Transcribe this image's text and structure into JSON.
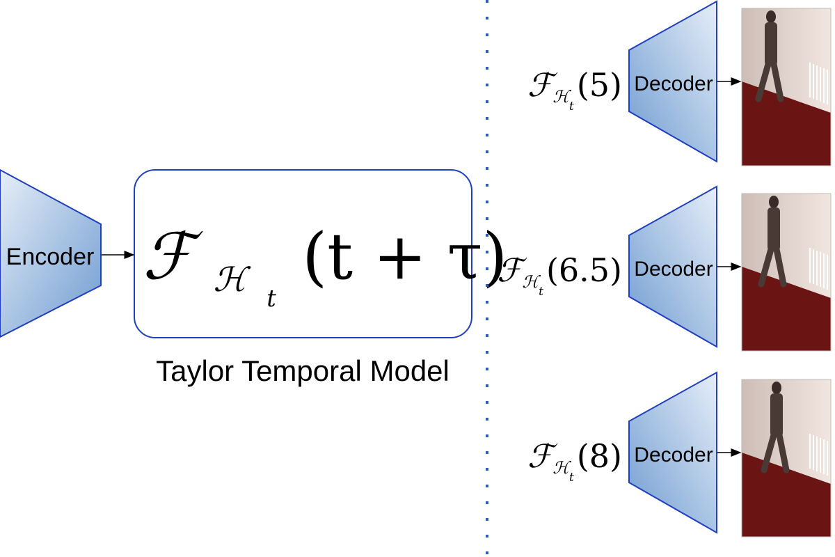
{
  "encoder": {
    "label": "Encoder"
  },
  "temporal_model": {
    "caption": "Taylor Temporal Model",
    "formula": {
      "func": "ℱ",
      "sub": "ℋ",
      "subsub": "t",
      "arg": "(t + τ)"
    }
  },
  "decoders": [
    {
      "label": "Decoder",
      "formula": {
        "func": "ℱ",
        "sub": "ℋ",
        "subsub": "t",
        "arg": "(5)"
      }
    },
    {
      "label": "Decoder",
      "formula": {
        "func": "ℱ",
        "sub": "ℋ",
        "subsub": "t",
        "arg": "(6.5)"
      }
    },
    {
      "label": "Decoder",
      "formula": {
        "func": "ℱ",
        "sub": "ℋ",
        "subsub": "t",
        "arg": "(8)"
      }
    }
  ],
  "colors": {
    "trapezoid_stroke": "#1f3fbf",
    "trapezoid_fill_light": "#dfe9f6",
    "trapezoid_fill_dark": "#6e9bd0",
    "box_stroke": "#1f3fbf",
    "divider": "#2a5fb8",
    "floor": "#6b1414",
    "wall": "#eadcd6"
  },
  "images": [
    {
      "name": "predicted-frame-1",
      "description_icon": "person-walking-frame"
    },
    {
      "name": "predicted-frame-2",
      "description_icon": "person-walking-frame"
    },
    {
      "name": "predicted-frame-3",
      "description_icon": "person-walking-frame"
    }
  ]
}
